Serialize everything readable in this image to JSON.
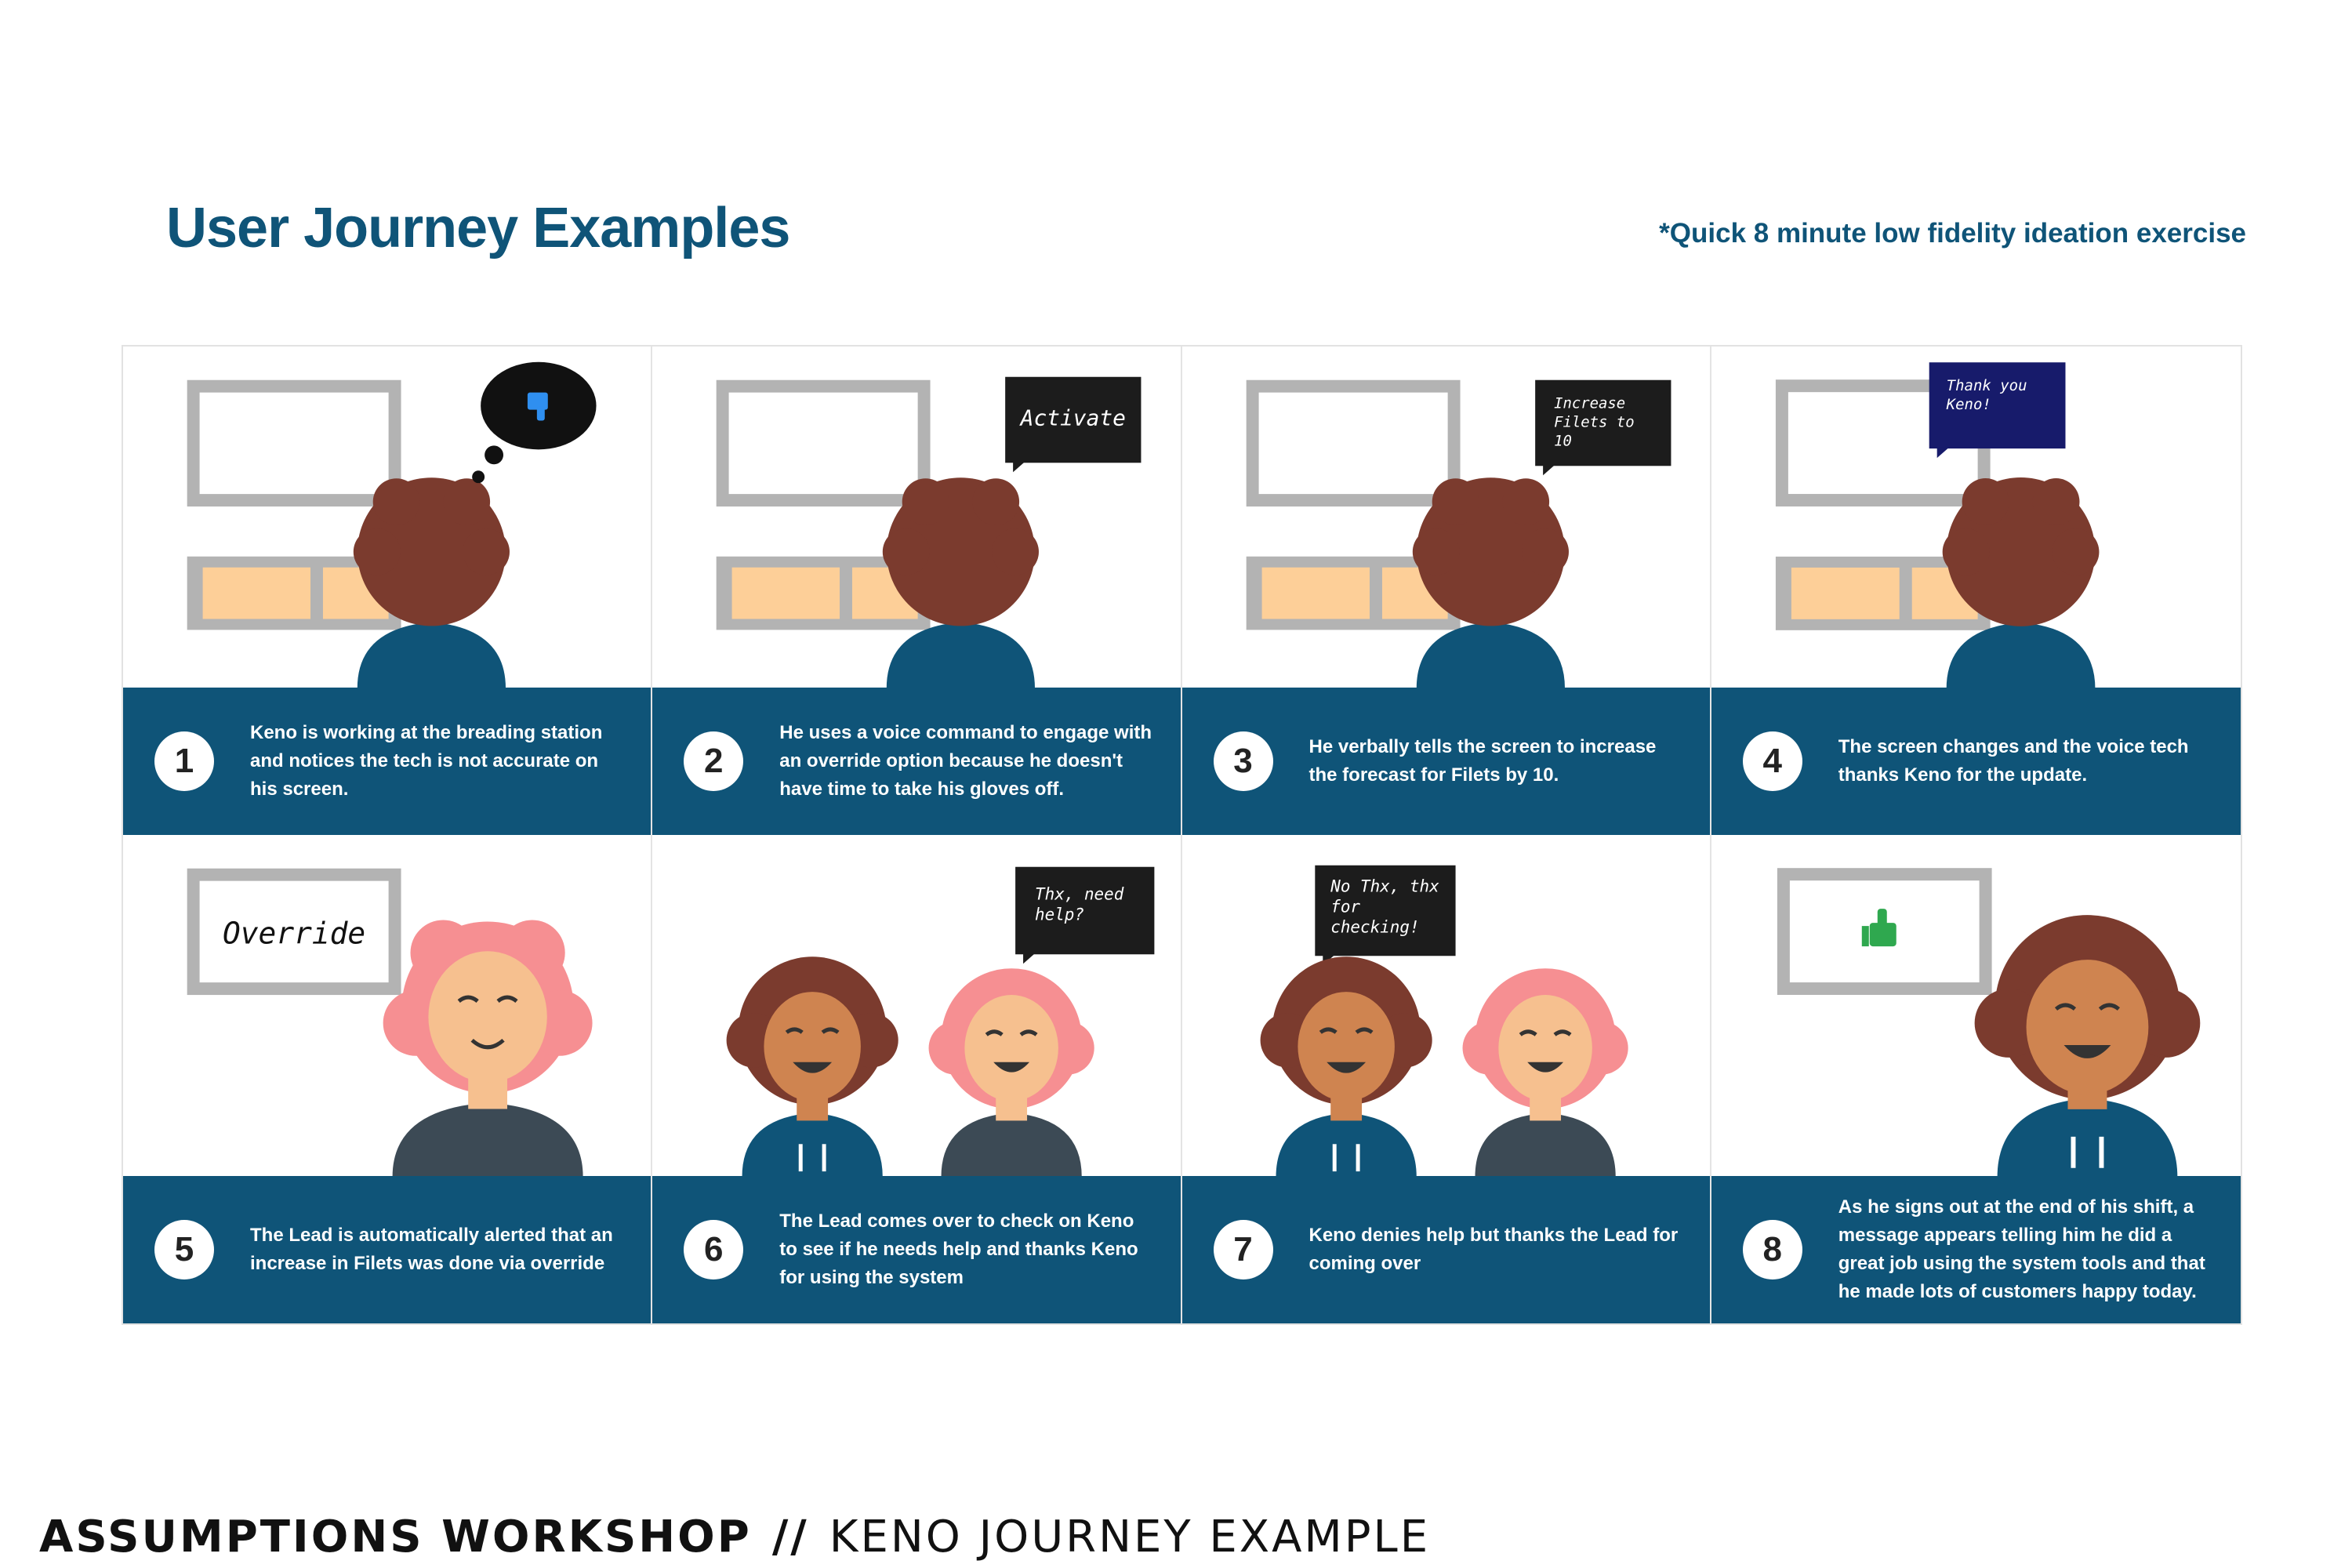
{
  "header": {
    "title": "User Journey Examples",
    "subtitle": "*Quick 8 minute low fidelity ideation exercise"
  },
  "panels": [
    {
      "number": "1",
      "caption": "Keno is working at the breading station and notices the tech is not accurate on his screen.",
      "bubble": ""
    },
    {
      "number": "2",
      "caption": "He uses a voice command to engage with an override option because he doesn't have time to take his gloves off.",
      "bubble": "Activate"
    },
    {
      "number": "3",
      "caption": "He verbally tells the screen to increase the forecast for Filets by 10.",
      "bubble": "Increase Filets to 10"
    },
    {
      "number": "4",
      "caption": "The screen changes and the voice tech thanks Keno for the update.",
      "bubble": "Thank you Keno!"
    },
    {
      "number": "5",
      "caption": "The Lead is automatically alerted that an increase in Filets was done via override",
      "bubble": "Override"
    },
    {
      "number": "6",
      "caption": "The Lead comes over to check on Keno to see if he needs help and thanks Keno for using the system",
      "bubble": "Thx, need help?"
    },
    {
      "number": "7",
      "caption": "Keno denies help but thanks the Lead for coming over",
      "bubble": "No Thx, thx for checking!"
    },
    {
      "number": "8",
      "caption": "As he signs out at the end of his shift, a message appears telling him he did a great job using the system tools and that he made lots of customers happy today.",
      "bubble": ""
    }
  ],
  "footer": {
    "left": "ASSUMPTIONS WORKSHOP",
    "separator": "//",
    "right": "KENO JOURNEY EXAMPLE"
  },
  "colors": {
    "brand_blue": "#0f5478",
    "hair_keno": "#7b3b2e",
    "hair_lead": "#f68f92",
    "skin_keno": "#cf8450",
    "skin_lead": "#f6c08f",
    "screen_gray": "#b3b3b3",
    "tile_orange": "#fdcf98"
  }
}
